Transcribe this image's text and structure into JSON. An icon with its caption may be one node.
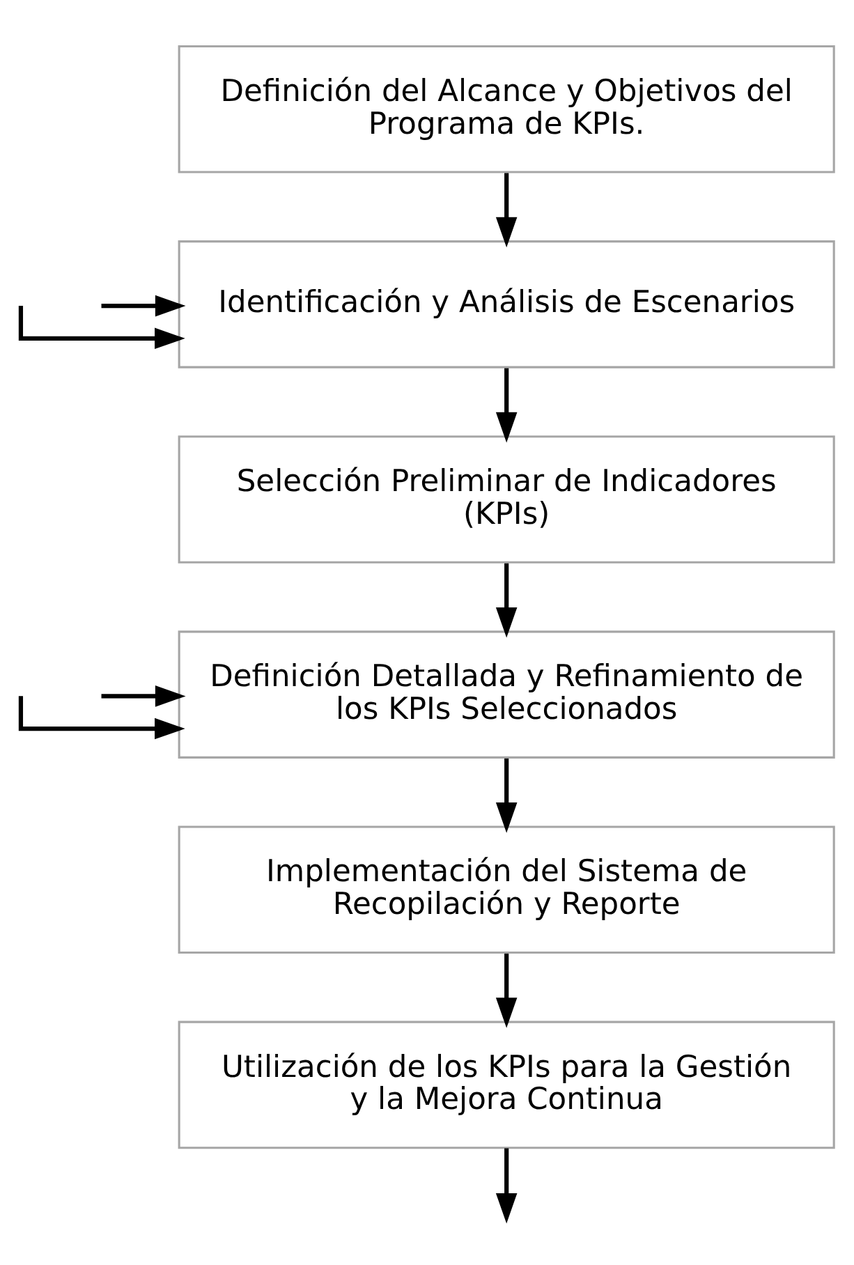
{
  "diagram": {
    "nodes": [
      {
        "text": [
          "Definición del Alcance y Objetivos del Programa de KPIs."
        ]
      },
      {
        "text": [
          "Identificación y Análisis de Escenarios"
        ]
      },
      {
        "text": [
          "Selección Preliminar de Indicadores (KPIs)"
        ]
      },
      {
        "text": [
          "Definición Detallada y Refinamiento de los KPIs Seleccionados"
        ]
      },
      {
        "text": [
          "Implementación del Sistema de Recopilación y Reporte"
        ]
      },
      {
        "text": [
          "Utilización de los KPIs para la Gestión y la Mejora Continua"
        ]
      }
    ],
    "edges": [
      {
        "from": 0,
        "to": 1,
        "arrow": "to"
      },
      {
        "from": 1,
        "to": 2,
        "arrow": "to"
      },
      {
        "from": 2,
        "to": 3,
        "arrow": "to"
      },
      {
        "from": 3,
        "to": 4,
        "arrow": "to"
      },
      {
        "from": 4,
        "to": 5,
        "arrow": "to"
      },
      {
        "from": 5,
        "to": null,
        "arrow": "to"
      },
      {
        "from": null,
        "to": 1,
        "arrow": "to"
      },
      {
        "from": null,
        "to": 3,
        "arrow": "to"
      },
      {
        "from": null,
        "to": 1,
        "arrow": "to"
      },
      {
        "from": null,
        "to": 3,
        "arrow": "to"
      }
    ]
  }
}
